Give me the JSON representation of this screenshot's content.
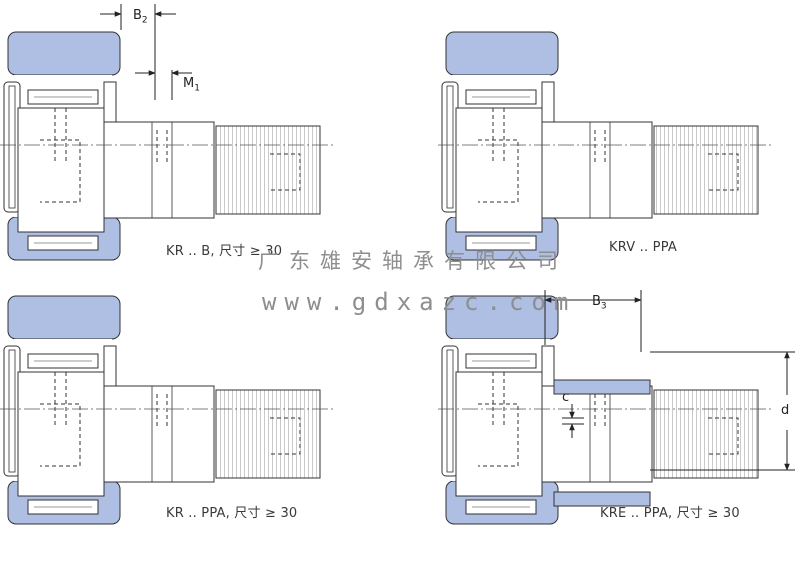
{
  "captions": {
    "kr_b": "KR .. B, 尺寸 ≥ 30",
    "krv_ppa": "KRV .. PPA",
    "kr_ppa": "KR .. PPA, 尺寸 ≥ 30",
    "kre_ppa": "KRE .. PPA, 尺寸 ≥ 30"
  },
  "dimensions": {
    "b2": {
      "letter": "B",
      "sub": "2"
    },
    "m1": {
      "letter": "M",
      "sub": "1"
    },
    "b3": {
      "letter": "B",
      "sub": "3"
    },
    "c": "c",
    "d": "d"
  },
  "watermark": {
    "company": "广东雄安轴承有限公司",
    "url": "www.gdxazc.com"
  },
  "colors": {
    "outer_ring": "#aebfe3",
    "eccentric_collar": "#aebfe3",
    "outline": "#333333",
    "centerline": "#555555"
  }
}
